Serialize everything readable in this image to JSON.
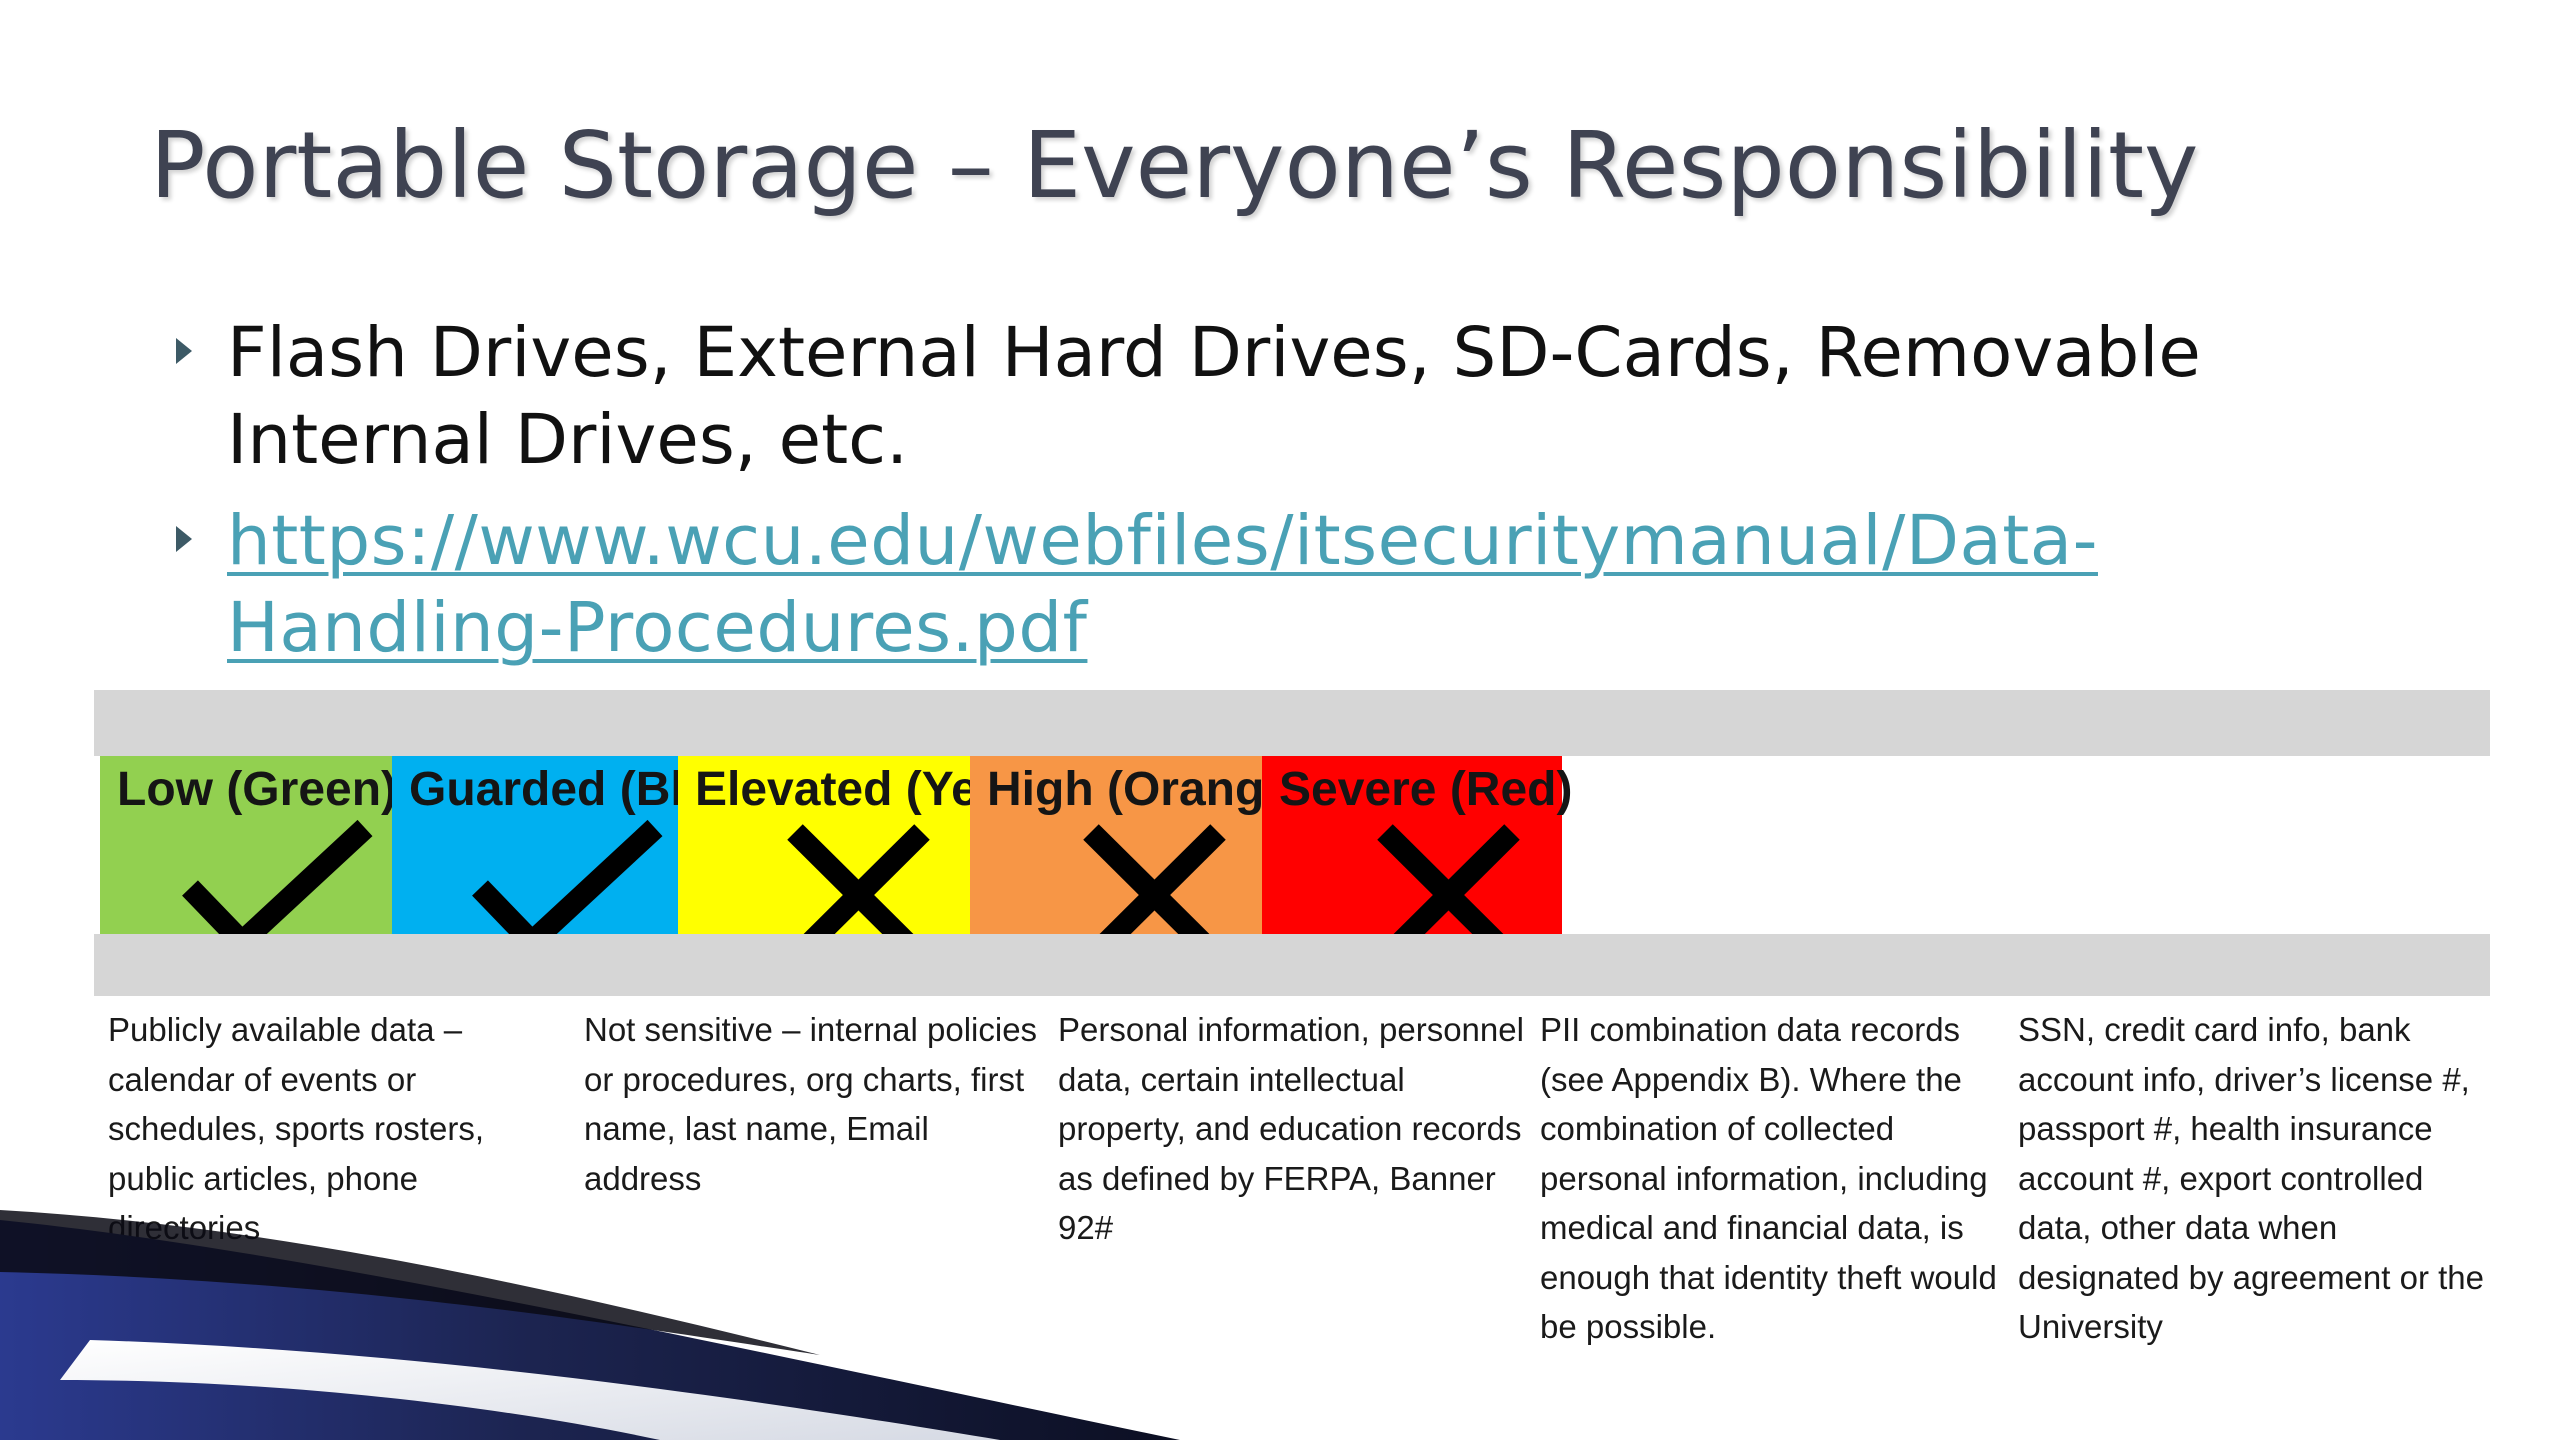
{
  "slide": {
    "title": "Portable Storage – Everyone’s Responsibility",
    "bullets": [
      {
        "text": "Flash Drives, External Hard Drives, SD-Cards, Removable Internal Drives, etc."
      },
      {
        "link": "https://www.wcu.edu/webfiles/itsecuritymanual/Data-Handling-Procedures.pdf"
      }
    ]
  },
  "levels": [
    {
      "label": "Low (Green)",
      "color": "#92d050",
      "mark": "check-icon",
      "description": "Publicly available data – calendar of events or schedules, sports rosters, public articles, phone directories"
    },
    {
      "label": "Guarded (Blue)",
      "color": "#00b0f0",
      "mark": "check-icon",
      "description": "Not sensitive – internal policies or procedures, org charts, first name, last name, Email address"
    },
    {
      "label": "Elevated (Yellow)",
      "color": "#ffff00",
      "mark": "x-mark-icon",
      "description": "Personal information, personnel data, certain intellectual property, and education records as defined by FERPA, Banner 92#"
    },
    {
      "label": "High (Orange)",
      "color": "#f79646",
      "mark": "x-mark-icon",
      "description": "PII combination data records (see Appendix B). Where the combination of collected personal information, including medical and financial data, is enough that identity theft would be possible."
    },
    {
      "label": "Severe (Red)",
      "color": "#ff0000",
      "mark": "x-mark-icon",
      "description": "SSN, credit card info, bank account info, driver’s license #, passport #, health insurance account #, export controlled data, other data when designated by agreement or the University"
    }
  ],
  "theme": {
    "title_color": "#3f4352",
    "link_color": "#4aa1b5",
    "swoosh_color": "#1c2450"
  }
}
